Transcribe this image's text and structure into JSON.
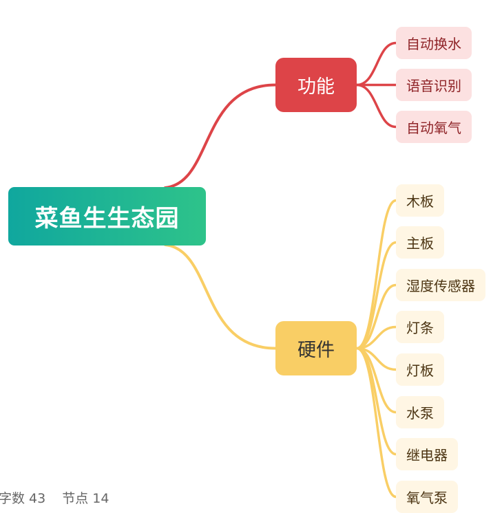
{
  "mindmap": {
    "root": "菜鱼生生态园",
    "branches": [
      {
        "label": "功能",
        "color": "#dd4448",
        "children": [
          "自动换水",
          "语音识别",
          "自动氧气"
        ]
      },
      {
        "label": "硬件",
        "color": "#f9ce65",
        "children": [
          "木板",
          "主板",
          "湿度传感器",
          "灯条",
          "灯板",
          "水泵",
          "继电器",
          "氧气泵"
        ]
      }
    ]
  },
  "status_bar": {
    "word_count": "字数 43",
    "node_count": "节点 14"
  }
}
